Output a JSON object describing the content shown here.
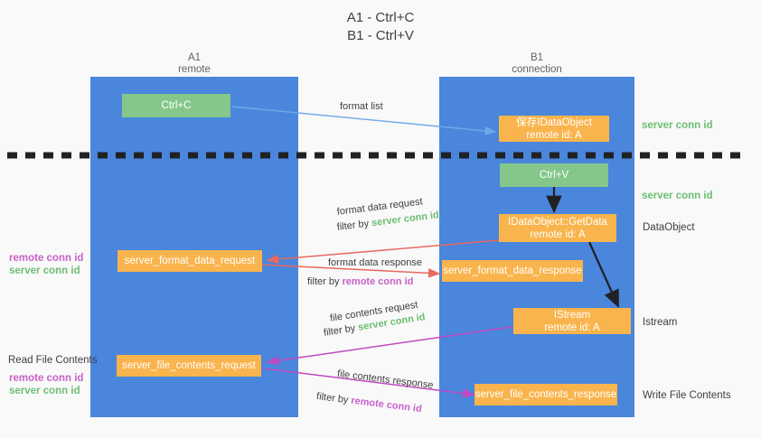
{
  "title": {
    "line1": "A1 - Ctrl+C",
    "line2": "B1 - Ctrl+V"
  },
  "columns": [
    {
      "id": "a1",
      "name": "A1",
      "sub": "remote"
    },
    {
      "id": "b1",
      "name": "B1",
      "sub": "connection"
    }
  ],
  "boxes": {
    "ctrl_c": {
      "line1": "Ctrl+C"
    },
    "save_idataobject": {
      "line1": "保存IDataObject",
      "line2": "remote id: A"
    },
    "ctrl_v": {
      "line1": "Ctrl+V"
    },
    "getdata": {
      "line1": "IDataObject::GetData",
      "line2": "remote id: A"
    },
    "server_format_data_request": {
      "line1": "server_format_data_request"
    },
    "server_format_data_response": {
      "line1": "server_format_data_response"
    },
    "istream": {
      "line1": "IStream",
      "line2": "remote id: A"
    },
    "server_file_contents_request": {
      "line1": "server_file_contents_request"
    },
    "server_file_contents_response": {
      "line1": "server_file_contents_response"
    }
  },
  "wire_labels": {
    "format_list": "format list",
    "format_data_request": "format data request",
    "format_data_request_filter_prefix": "filter by ",
    "format_data_request_filter_key": "server conn id",
    "format_data_response": "format data response",
    "format_data_response_filter_prefix": "filter by ",
    "format_data_response_filter_key": "remote conn id",
    "file_contents_request": "file contents request",
    "file_contents_request_filter_prefix": "filter by ",
    "file_contents_request_filter_key": "server conn id",
    "file_contents_response": "file contents response",
    "file_contents_response_filter_prefix": "filter by ",
    "file_contents_response_filter_key": "remote conn id"
  },
  "right_labels": {
    "server_conn_id_top": "server conn id",
    "server_conn_id_mid": "server conn id",
    "dataobject": "DataObject",
    "istream": "Istream",
    "write_file_contents": "Write File Contents"
  },
  "left_labels": {
    "remote_conn_id_mid": "remote conn id",
    "server_conn_id_mid": "server conn id",
    "read_file_contents": "Read File Contents",
    "remote_conn_id_bottom": "remote conn id",
    "server_conn_id_bottom": "server conn id"
  },
  "colors": {
    "lane": "#4a86dc",
    "box_green": "#85c78b",
    "box_orange": "#f9b44d",
    "conn_green": "#6cbf73",
    "conn_magenta": "#c861c8",
    "arrow_red": "#e8695f",
    "arrow_magenta": "#c049c0",
    "arrow_lightblue": "#6fa8e8",
    "arrow_dark": "#202124",
    "divider": "#202124"
  }
}
